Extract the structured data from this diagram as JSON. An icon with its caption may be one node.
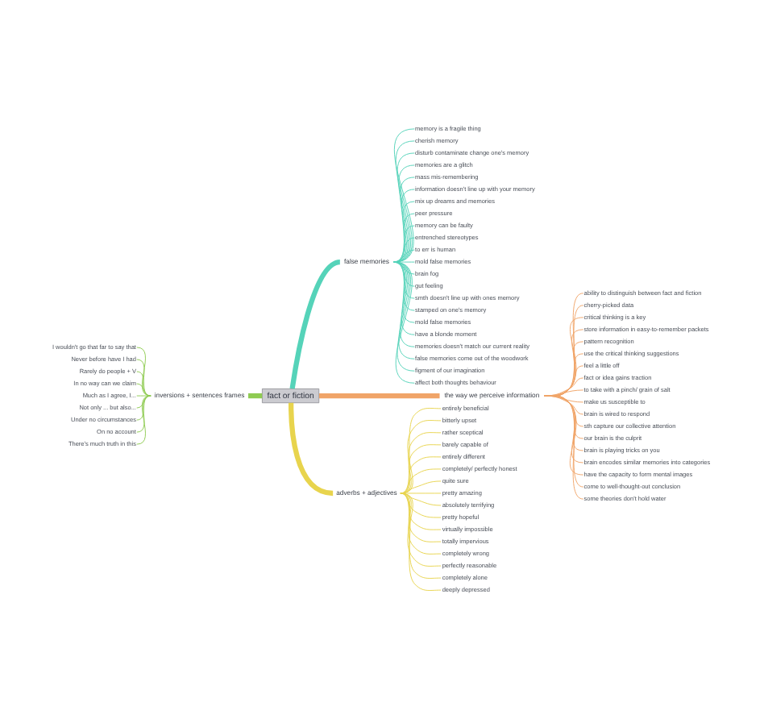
{
  "diagram": {
    "nodes": [
      {
        "text": [
          "fact or fiction"
        ]
      },
      {
        "text": [
          "false memories"
        ]
      },
      {
        "text": [
          "memory is a fragile thing"
        ]
      },
      {
        "text": [
          "cherish memory"
        ]
      },
      {
        "text": [
          "disturb contaminate change one's memory"
        ]
      },
      {
        "text": [
          "memories are a glitch"
        ]
      },
      {
        "text": [
          "mass mis-remembering"
        ]
      },
      {
        "text": [
          "information doesn't line up with your memory"
        ]
      },
      {
        "text": [
          "mix up dreams and memories"
        ]
      },
      {
        "text": [
          "peer pressure"
        ]
      },
      {
        "text": [
          "memory can be faulty"
        ]
      },
      {
        "text": [
          "entrenched stereotypes"
        ]
      },
      {
        "text": [
          "to err is human"
        ]
      },
      {
        "text": [
          "mold false memories"
        ]
      },
      {
        "text": [
          "brain fog"
        ]
      },
      {
        "text": [
          "gut feeling"
        ]
      },
      {
        "text": [
          "smth doesn't line up with ones memory"
        ]
      },
      {
        "text": [
          "stamped on one's memory"
        ]
      },
      {
        "text": [
          "mold false memories"
        ]
      },
      {
        "text": [
          "have a blonde moment"
        ]
      },
      {
        "text": [
          "memories doesn't match our current reality"
        ]
      },
      {
        "text": [
          "false memories come out of the woodwork"
        ]
      },
      {
        "text": [
          "figment of our imagination"
        ]
      },
      {
        "text": [
          "affect both thoughts behaviour"
        ]
      },
      {
        "text": [
          "the way we perceive information"
        ]
      },
      {
        "text": [
          "ability to distinguish between fact and fiction"
        ]
      },
      {
        "text": [
          "cherry-picked data"
        ]
      },
      {
        "text": [
          "critical thinking is a key"
        ]
      },
      {
        "text": [
          "store information in easy-to-remember packets"
        ]
      },
      {
        "text": [
          "pattern recognition"
        ]
      },
      {
        "text": [
          "use the critical thinking suggestions"
        ]
      },
      {
        "text": [
          "feel a little off"
        ]
      },
      {
        "text": [
          "fact or idea gains traction"
        ]
      },
      {
        "text": [
          "to take with a pinch/ grain of salt"
        ]
      },
      {
        "text": [
          "make us susceptible to"
        ]
      },
      {
        "text": [
          "brain is wired to respond"
        ]
      },
      {
        "text": [
          "sth capture our collective attention"
        ]
      },
      {
        "text": [
          "our brain is the culprit"
        ]
      },
      {
        "text": [
          "brain is playing tricks on you"
        ]
      },
      {
        "text": [
          "brain encodes similar memories into categories"
        ]
      },
      {
        "text": [
          "have the capacity to form mental images"
        ]
      },
      {
        "text": [
          "come to well-thought-out conclusion"
        ]
      },
      {
        "text": [
          "some theories don't hold water"
        ]
      },
      {
        "text": [
          "adverbs + adjectives"
        ]
      },
      {
        "text": [
          "entirely beneficial"
        ]
      },
      {
        "text": [
          "bitterly upset"
        ]
      },
      {
        "text": [
          "rather sceptical"
        ]
      },
      {
        "text": [
          "barely capable of"
        ]
      },
      {
        "text": [
          "entirely different"
        ]
      },
      {
        "text": [
          "completely/ perfectly honest"
        ]
      },
      {
        "text": [
          "quite sure"
        ]
      },
      {
        "text": [
          "pretty amazing"
        ]
      },
      {
        "text": [
          "absolutely terrifying"
        ]
      },
      {
        "text": [
          "pretty hopeful"
        ]
      },
      {
        "text": [
          "virtually impossible"
        ]
      },
      {
        "text": [
          "totally impervious"
        ]
      },
      {
        "text": [
          "completely wrong"
        ]
      },
      {
        "text": [
          "perfectly reasonable"
        ]
      },
      {
        "text": [
          "completely alone"
        ]
      },
      {
        "text": [
          "deeply depressed"
        ]
      },
      {
        "text": [
          "inversions + sentences frames"
        ]
      },
      {
        "text": [
          "I wouldn't go that far to say that"
        ]
      },
      {
        "text": [
          "Never before have I had"
        ]
      },
      {
        "text": [
          "Rarely do people + V"
        ]
      },
      {
        "text": [
          "In no way can we claim"
        ]
      },
      {
        "text": [
          "Much as I agree, I..."
        ]
      },
      {
        "text": [
          "Not only ... but also..."
        ]
      },
      {
        "text": [
          "Under no circumstances"
        ]
      },
      {
        "text": [
          "On no account"
        ]
      },
      {
        "text": [
          "There's much truth in this"
        ]
      }
    ],
    "edges": [
      {
        "from": 0,
        "to": 1,
        "arrow": "none",
        "style": "thick"
      },
      {
        "from": 1,
        "to": 2,
        "arrow": "none"
      },
      {
        "from": 1,
        "to": 3,
        "arrow": "none"
      },
      {
        "from": 1,
        "to": 4,
        "arrow": "none"
      },
      {
        "from": 1,
        "to": 5,
        "arrow": "none"
      },
      {
        "from": 1,
        "to": 6,
        "arrow": "none"
      },
      {
        "from": 1,
        "to": 7,
        "arrow": "none"
      },
      {
        "from": 1,
        "to": 8,
        "arrow": "none"
      },
      {
        "from": 1,
        "to": 9,
        "arrow": "none"
      },
      {
        "from": 1,
        "to": 10,
        "arrow": "none"
      },
      {
        "from": 1,
        "to": 11,
        "arrow": "none"
      },
      {
        "from": 1,
        "to": 12,
        "arrow": "none"
      },
      {
        "from": 1,
        "to": 13,
        "arrow": "none"
      },
      {
        "from": 1,
        "to": 14,
        "arrow": "none"
      },
      {
        "from": 1,
        "to": 15,
        "arrow": "none"
      },
      {
        "from": 1,
        "to": 16,
        "arrow": "none"
      },
      {
        "from": 1,
        "to": 17,
        "arrow": "none"
      },
      {
        "from": 1,
        "to": 18,
        "arrow": "none"
      },
      {
        "from": 1,
        "to": 19,
        "arrow": "none"
      },
      {
        "from": 1,
        "to": 20,
        "arrow": "none"
      },
      {
        "from": 1,
        "to": 21,
        "arrow": "none"
      },
      {
        "from": 1,
        "to": 22,
        "arrow": "none"
      },
      {
        "from": 1,
        "to": 23,
        "arrow": "none"
      },
      {
        "from": 0,
        "to": 24,
        "arrow": "none",
        "style": "thick",
        "color": "#f0a468"
      },
      {
        "from": 24,
        "to": 25,
        "arrow": "none",
        "color": "#f0a468"
      },
      {
        "from": 24,
        "to": 26,
        "arrow": "none",
        "color": "#f0a468"
      },
      {
        "from": 24,
        "to": 27,
        "arrow": "none",
        "color": "#f0a468"
      },
      {
        "from": 24,
        "to": 28,
        "arrow": "none",
        "color": "#f0a468"
      },
      {
        "from": 24,
        "to": 29,
        "arrow": "none",
        "color": "#f0a468"
      },
      {
        "from": 24,
        "to": 30,
        "arrow": "none",
        "color": "#f0a468"
      },
      {
        "from": 24,
        "to": 31,
        "arrow": "none",
        "color": "#f0a468"
      },
      {
        "from": 24,
        "to": 32,
        "arrow": "none",
        "color": "#f0a468"
      },
      {
        "from": 24,
        "to": 33,
        "arrow": "none",
        "color": "#f0a468"
      },
      {
        "from": 24,
        "to": 34,
        "arrow": "none",
        "color": "#f0a468"
      },
      {
        "from": 24,
        "to": 35,
        "arrow": "none",
        "color": "#f0a468"
      },
      {
        "from": 24,
        "to": 36,
        "arrow": "none",
        "color": "#f0a468"
      },
      {
        "from": 24,
        "to": 37,
        "arrow": "none",
        "color": "#f0a468"
      },
      {
        "from": 24,
        "to": 38,
        "arrow": "none",
        "color": "#f0a468"
      },
      {
        "from": 24,
        "to": 39,
        "arrow": "none",
        "color": "#f0a468"
      },
      {
        "from": 24,
        "to": 40,
        "arrow": "none",
        "color": "#f0a468"
      },
      {
        "from": 24,
        "to": 41,
        "arrow": "none",
        "color": "#f0a468"
      },
      {
        "from": 24,
        "to": 42,
        "arrow": "none",
        "color": "#f0a468"
      },
      {
        "from": 0,
        "to": 43,
        "arrow": "none",
        "style": "thick",
        "color": "#e8d44d"
      },
      {
        "from": 43,
        "to": 44,
        "arrow": "none",
        "color": "#e8d44d"
      },
      {
        "from": 43,
        "to": 45,
        "arrow": "none",
        "color": "#e8d44d"
      },
      {
        "from": 43,
        "to": 46,
        "arrow": "none",
        "color": "#e8d44d"
      },
      {
        "from": 43,
        "to": 47,
        "arrow": "none",
        "color": "#e8d44d"
      },
      {
        "from": 43,
        "to": 48,
        "arrow": "none",
        "color": "#e8d44d"
      },
      {
        "from": 43,
        "to": 49,
        "arrow": "none",
        "color": "#e8d44d"
      },
      {
        "from": 43,
        "to": 50,
        "arrow": "none",
        "color": "#e8d44d"
      },
      {
        "from": 43,
        "to": 51,
        "arrow": "none",
        "color": "#e8d44d"
      },
      {
        "from": 43,
        "to": 52,
        "arrow": "none",
        "color": "#e8d44d"
      },
      {
        "from": 43,
        "to": 53,
        "arrow": "none",
        "color": "#e8d44d"
      },
      {
        "from": 43,
        "to": 54,
        "arrow": "none",
        "color": "#e8d44d"
      },
      {
        "from": 43,
        "to": 55,
        "arrow": "none",
        "color": "#e8d44d"
      },
      {
        "from": 43,
        "to": 56,
        "arrow": "none",
        "color": "#e8d44d"
      },
      {
        "from": 43,
        "to": 57,
        "arrow": "none",
        "color": "#e8d44d"
      },
      {
        "from": 43,
        "to": 58,
        "arrow": "none",
        "color": "#e8d44d"
      },
      {
        "from": 43,
        "to": 59,
        "arrow": "none",
        "color": "#e8d44d"
      },
      {
        "from": 0,
        "to": 60,
        "arrow": "none",
        "style": "thick",
        "color": "#8fcb52"
      },
      {
        "from": 60,
        "to": 61,
        "arrow": "none",
        "color": "#8fcb52"
      },
      {
        "from": 60,
        "to": 62,
        "arrow": "none",
        "color": "#8fcb52"
      },
      {
        "from": 60,
        "to": 63,
        "arrow": "none",
        "color": "#8fcb52"
      },
      {
        "from": 60,
        "to": 64,
        "arrow": "none",
        "color": "#8fcb52"
      },
      {
        "from": 60,
        "to": 65,
        "arrow": "none",
        "color": "#8fcb52"
      },
      {
        "from": 60,
        "to": 66,
        "arrow": "none",
        "color": "#8fcb52"
      },
      {
        "from": 60,
        "to": 67,
        "arrow": "none",
        "color": "#8fcb52"
      },
      {
        "from": 60,
        "to": 68,
        "arrow": "none",
        "color": "#8fcb52"
      },
      {
        "from": 60,
        "to": 69,
        "arrow": "none",
        "color": "#8fcb52"
      }
    ]
  }
}
